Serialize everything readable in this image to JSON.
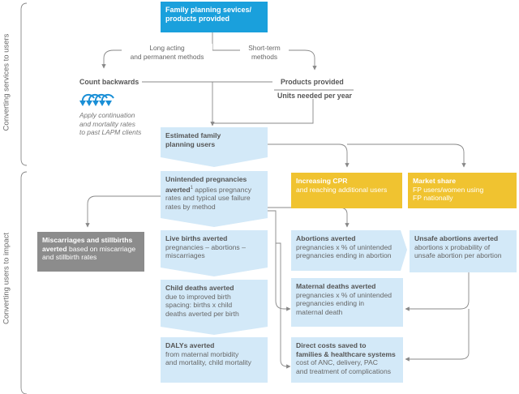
{
  "side": {
    "top": "Converting services to users",
    "bottom": "Converting users to impact"
  },
  "top_box": {
    "line1": "Family planning sevices/",
    "line2": "products provided"
  },
  "branch_left_label": {
    "line1": "Long acting",
    "line2": "and permanent methods"
  },
  "branch_right_label": {
    "line1": "Short-term",
    "line2": "methods"
  },
  "count_backwards": {
    "title": "Count backwards",
    "note1": "Apply continuation",
    "note2": "and mortality rates",
    "note3": "to past LAPM clients"
  },
  "products_provided": {
    "title": "Products provided",
    "sub": "Units needed per year"
  },
  "estimated_users": {
    "line1": "Estimated family",
    "line2": "planning users"
  },
  "unintended": {
    "b1": "Unintended pregnancies",
    "b2": "averted",
    "sup": "1",
    "r1": " applies pregnancy",
    "r2": "rates and typical use failure",
    "r3": "rates by method"
  },
  "cpr": {
    "title": "Increasing CPR",
    "body": "and reaching additional users"
  },
  "market": {
    "title": "Market share",
    "l1": "FP users/women using",
    "l2": "FP nationally"
  },
  "miscarriages": {
    "b1": "Miscarriages and stillbirths",
    "b2": "averted",
    "r1": " based on miscarriage",
    "r2": "and stillbirth rates"
  },
  "live_births": {
    "title": "Live births averted",
    "l1": "pregnancies – abortions –",
    "l2": "miscarriages"
  },
  "abortions": {
    "title": "Abortions averted",
    "l1": "pregnancies x % of unintended",
    "l2": "pregnancies ending in abortion"
  },
  "unsafe": {
    "title": "Unsafe abortions averted",
    "l1": "abortions x probability of",
    "l2": "unsafe abortion per abortion"
  },
  "child_deaths": {
    "title": "Child deaths averted",
    "l1": "due to improved birth",
    "l2": "spacing: births x child",
    "l3": "deaths averted per birth"
  },
  "maternal": {
    "title": "Maternal deaths averted",
    "l1": "pregnancies x % of unintended",
    "l2": "pregnancies ending in",
    "l3": "maternal death"
  },
  "dalys": {
    "title": "DALYs averted",
    "l1": "from maternal morbidity",
    "l2": "and mortality, child mortality"
  },
  "direct_costs": {
    "t1": "Direct costs saved to",
    "t2": "families & healthcare systems",
    "l1": "cost of ANC, delivery, PAC",
    "l2": "and treatment of complications"
  },
  "colors": {
    "blue": "#1aa0dc",
    "light_blue": "#d3e9f8",
    "gold": "#f0c330",
    "gray": "#8c8c8c",
    "arrow_icon": "#1a8fd6"
  }
}
